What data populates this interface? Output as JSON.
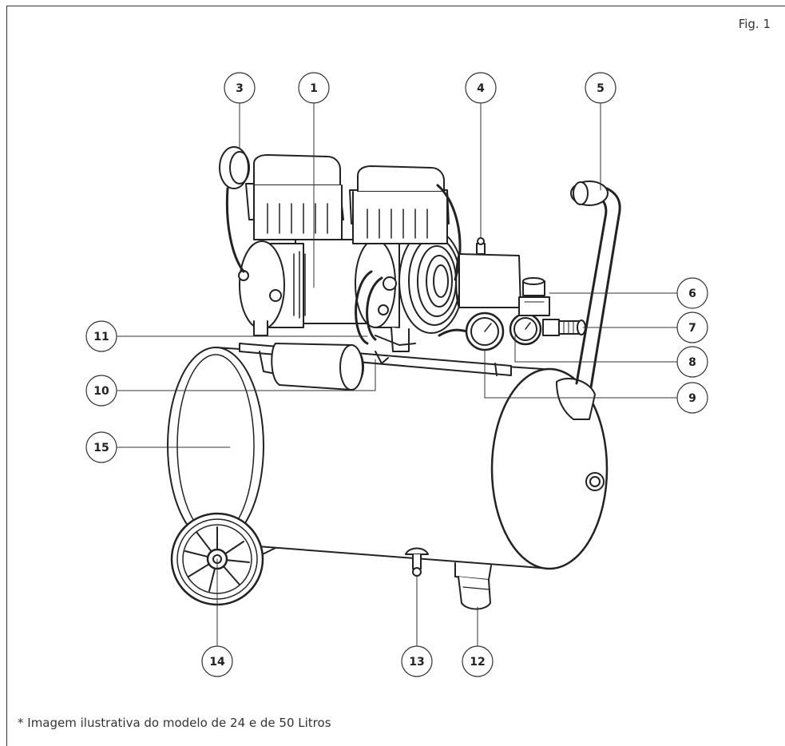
{
  "figure_label": "Fig. 1",
  "footnote": "* Imagem ilustrativa do modelo de 24 e de 50 Litros",
  "callouts": [
    {
      "id": "1",
      "label": "1"
    },
    {
      "id": "3",
      "label": "3"
    },
    {
      "id": "4",
      "label": "4"
    },
    {
      "id": "5",
      "label": "5"
    },
    {
      "id": "6",
      "label": "6"
    },
    {
      "id": "7",
      "label": "7"
    },
    {
      "id": "8",
      "label": "8"
    },
    {
      "id": "9",
      "label": "9"
    },
    {
      "id": "10",
      "label": "10"
    },
    {
      "id": "11",
      "label": "11"
    },
    {
      "id": "12",
      "label": "12"
    },
    {
      "id": "13",
      "label": "13"
    },
    {
      "id": "14",
      "label": "14"
    },
    {
      "id": "15",
      "label": "15"
    }
  ]
}
